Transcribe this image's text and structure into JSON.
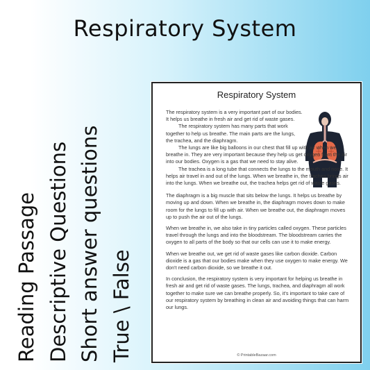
{
  "title": "Respiratory System",
  "sidebar": {
    "lines": [
      "Reading Passage",
      "Descriptive Questions",
      "Short answer questions",
      "True \\ False"
    ]
  },
  "doc": {
    "title": "Respiratory System",
    "paragraphs": [
      "The respiratory system is a very important part of our bodies. It helps us breathe in fresh air and get rid of waste gases.",
      "The respiratory system has many parts that work together to help us breathe. The main parts are the lungs, the trachea, and the diaphragm.",
      "The lungs are like big balloons in our chest that fill up with air when we breathe in. They are very important because they help us get oxygen from the air into our bodies. Oxygen is a gas that we need to stay alive.",
      "The trachea is a long tube that connects the lungs to the mouth and nose. It helps air travel in and out of the lungs. When we breathe in, the trachea brings air into the lungs. When we breathe out, the trachea helps get rid of waste gases.",
      "The diaphragm is a big muscle that sits below the lungs. It helps us breathe by moving up and down. When we breathe in, the diaphragm moves down to make room for the lungs to fill up with air. When we breathe out, the diaphragm moves up to push the air out of the lungs.",
      "When we breathe in, we also take in tiny particles called oxygen. These particles travel through the lungs and into the bloodstream. The bloodstream carries the oxygen to all parts of the body so that our cells can use it to make energy.",
      "When we breathe out, we get rid of waste gases like carbon dioxide. Carbon dioxide is a gas that our bodies make when they use oxygen to make energy. We don't need carbon dioxide, so we breathe it out.",
      "In conclusion, the respiratory system is very important for helping us breathe in fresh air and get rid of waste gases. The lungs, trachea, and diaphragm all work together to make sure we can breathe properly. So, it's important to take care of our respiratory system by breathing in clean air and avoiding things that can harm our lungs."
    ],
    "footer": "© PrintableBazaar.com"
  }
}
